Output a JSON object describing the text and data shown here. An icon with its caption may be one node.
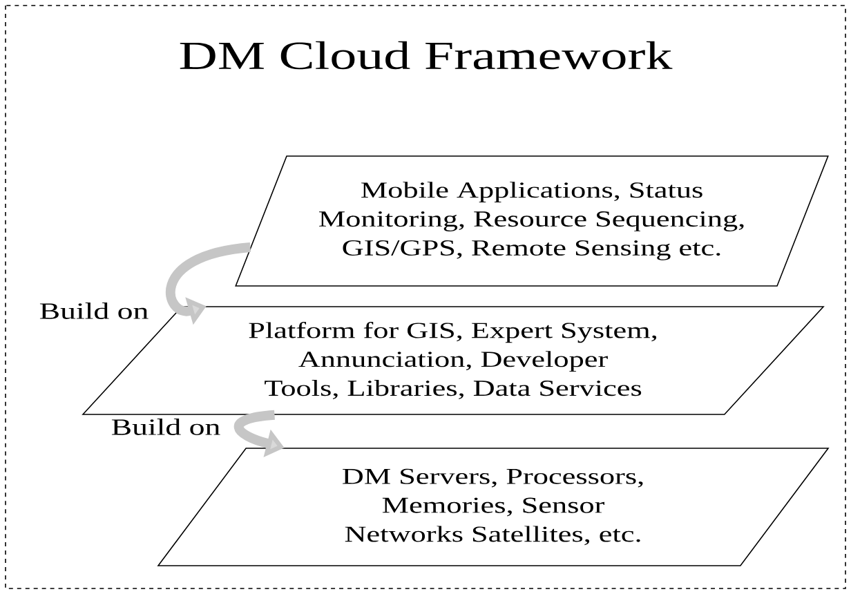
{
  "diagram": {
    "nodes": [
      {
        "text": [
          "DM Cloud Framework"
        ]
      },
      {
        "text": [
          "Mobile Applications, Status Monitoring, Resource Sequencing, GIS/GPS, Remote Sensing etc."
        ],
        "in": 0
      },
      {
        "text": [
          "Platform for GIS, Expert System, Annunciation, Developer Tools, Libraries, Data Services"
        ],
        "in": 0
      },
      {
        "text": [
          "DM Servers, Processors, Memories, Sensor Networks Satellites, etc."
        ],
        "in": 0
      }
    ],
    "edges": [
      {
        "from": 1,
        "to": 2,
        "arrow": "to",
        "label": "Build on"
      },
      {
        "from": 2,
        "to": 3,
        "arrow": "to",
        "label": "Build on"
      }
    ]
  }
}
